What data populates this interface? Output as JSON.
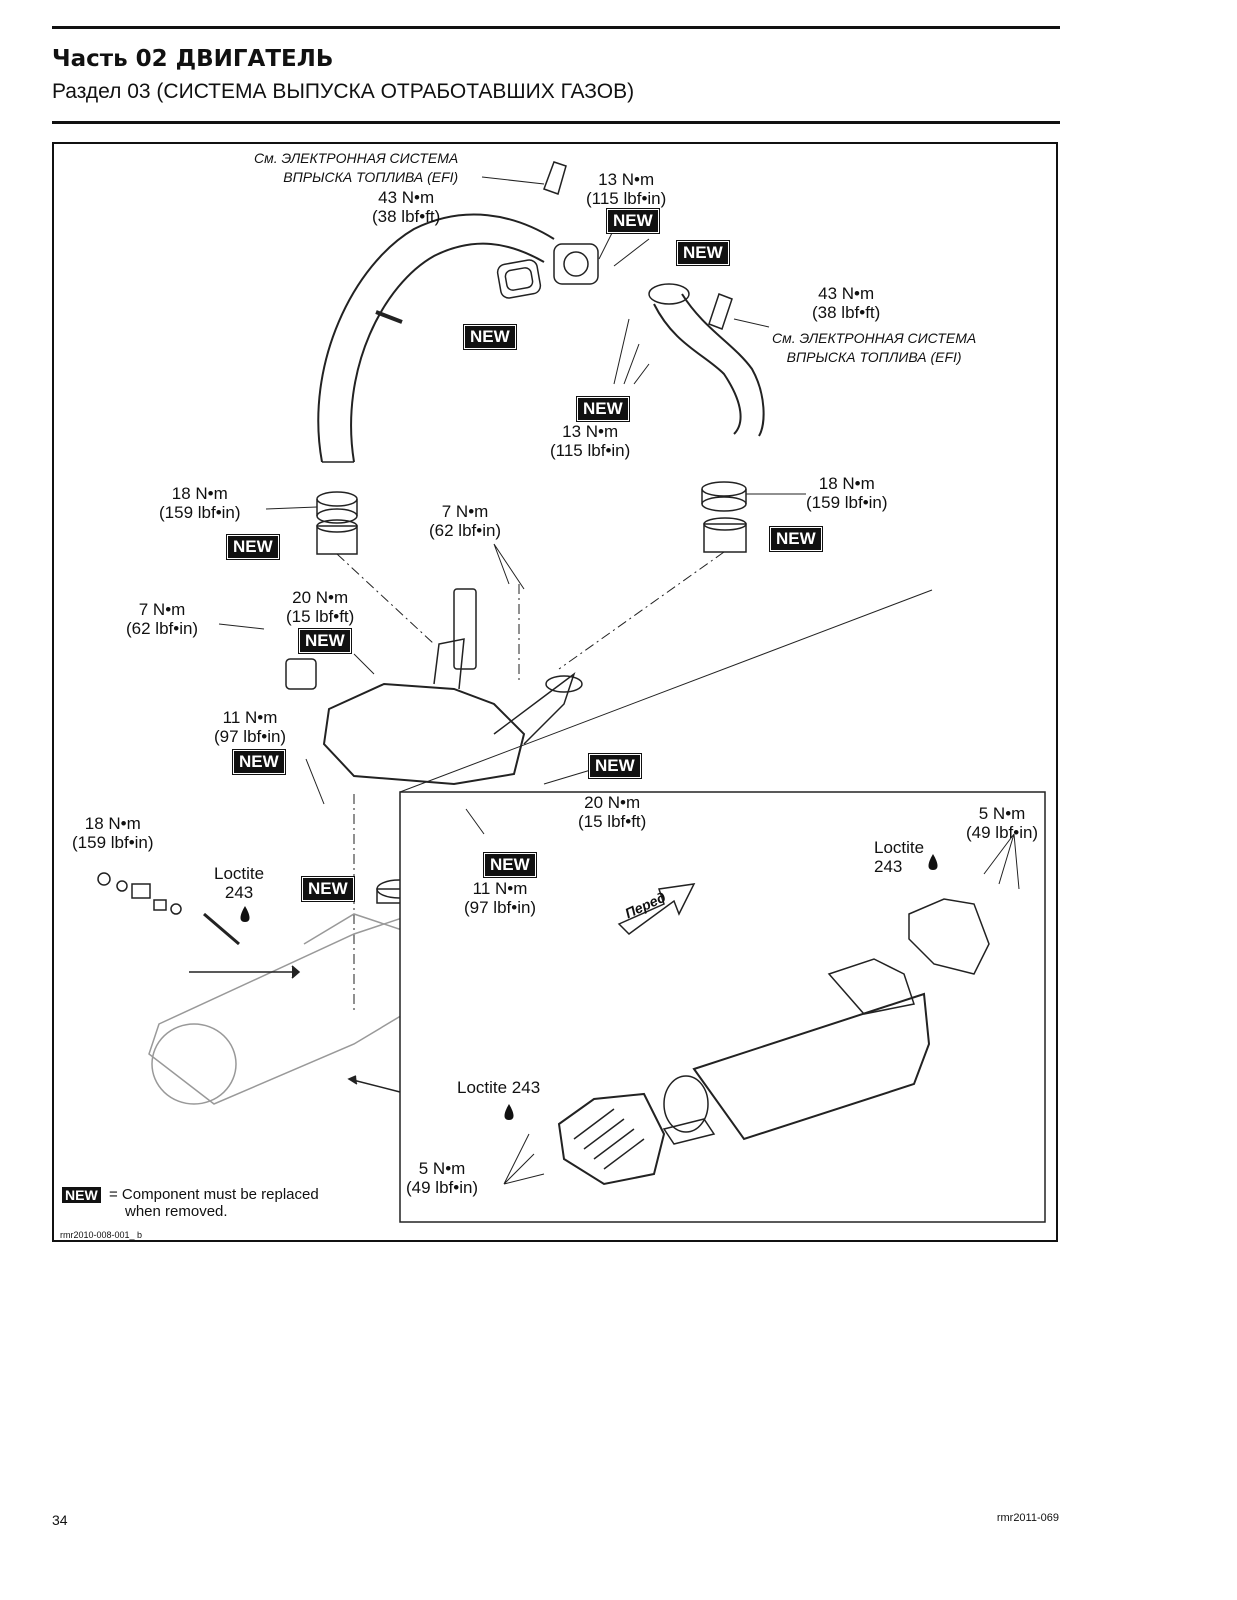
{
  "header": {
    "part": "Часть 02 ДВИГАТЕЛЬ",
    "section": "Раздел 03 (СИСТЕМА ВЫПУСКА ОТРАБОТАВШИХ ГАЗОВ)"
  },
  "diagram": {
    "labels": [
      {
        "id": "efi-ref-1",
        "lines": [
          "См. ЭЛЕКТРОННАЯ СИСТЕМА",
          "ВПРЫСКА ТОПЛИВА (EFI)"
        ]
      },
      {
        "id": "torque-43-left",
        "lines": [
          "43 N•m",
          "(38 lbf•ft)"
        ]
      },
      {
        "id": "torque-13-top",
        "lines": [
          "13 N•m",
          "(115 lbf•in)"
        ]
      },
      {
        "id": "torque-43-right",
        "lines": [
          "43 N•m",
          "(38 lbf•ft)"
        ]
      },
      {
        "id": "efi-ref-2",
        "lines": [
          "См. ЭЛЕКТРОННАЯ СИСТЕМА",
          "ВПРЫСКА ТОПЛИВА (EFI)"
        ]
      },
      {
        "id": "torque-13-mid",
        "lines": [
          "13 N•m",
          "(115 lbf•in)"
        ]
      },
      {
        "id": "torque-18-left",
        "lines": [
          "18 N•m",
          "(159 lbf•in)"
        ]
      },
      {
        "id": "torque-18-right",
        "lines": [
          "18 N•m",
          "(159 lbf•in)"
        ]
      },
      {
        "id": "torque-7-center",
        "lines": [
          "7 N•m",
          "(62 lbf•in)"
        ]
      },
      {
        "id": "torque-7-left",
        "lines": [
          "7 N•m",
          "(62 lbf•in)"
        ]
      },
      {
        "id": "torque-20-upper",
        "lines": [
          "20 N•m",
          "(15 lbf•ft)"
        ]
      },
      {
        "id": "torque-11-left",
        "lines": [
          "11 N•m",
          "(97 lbf•in)"
        ]
      },
      {
        "id": "torque-20-lower",
        "lines": [
          "20 N•m",
          "(15 lbf•ft)"
        ]
      },
      {
        "id": "torque-18-bottom",
        "lines": [
          "18 N•m",
          "(159 lbf•in)"
        ]
      },
      {
        "id": "loctite-left",
        "lines": [
          "Loctite",
          "243"
        ]
      },
      {
        "id": "torque-11-right",
        "lines": [
          "11 N•m",
          "(97 lbf•in)"
        ]
      },
      {
        "id": "torque-5-right",
        "lines": [
          "5 N•m",
          "(49 lbf•in)"
        ]
      },
      {
        "id": "loctite-right",
        "lines": [
          "Loctite",
          "243"
        ]
      },
      {
        "id": "loctite-inset",
        "lines": [
          "Loctite 243"
        ]
      },
      {
        "id": "torque-5-inset",
        "lines": [
          "5 N•m",
          "(49 lbf•in)"
        ]
      }
    ],
    "new_tag": "NEW",
    "front_arrow": "Перед",
    "legend": {
      "tag": "NEW",
      "text_line1": "= Component must be replaced",
      "text_line2": "when removed."
    },
    "figure_code": "rmr2010-008-001_ b"
  },
  "footer": {
    "page_number": "34",
    "doc_number": "rmr2011-069"
  }
}
